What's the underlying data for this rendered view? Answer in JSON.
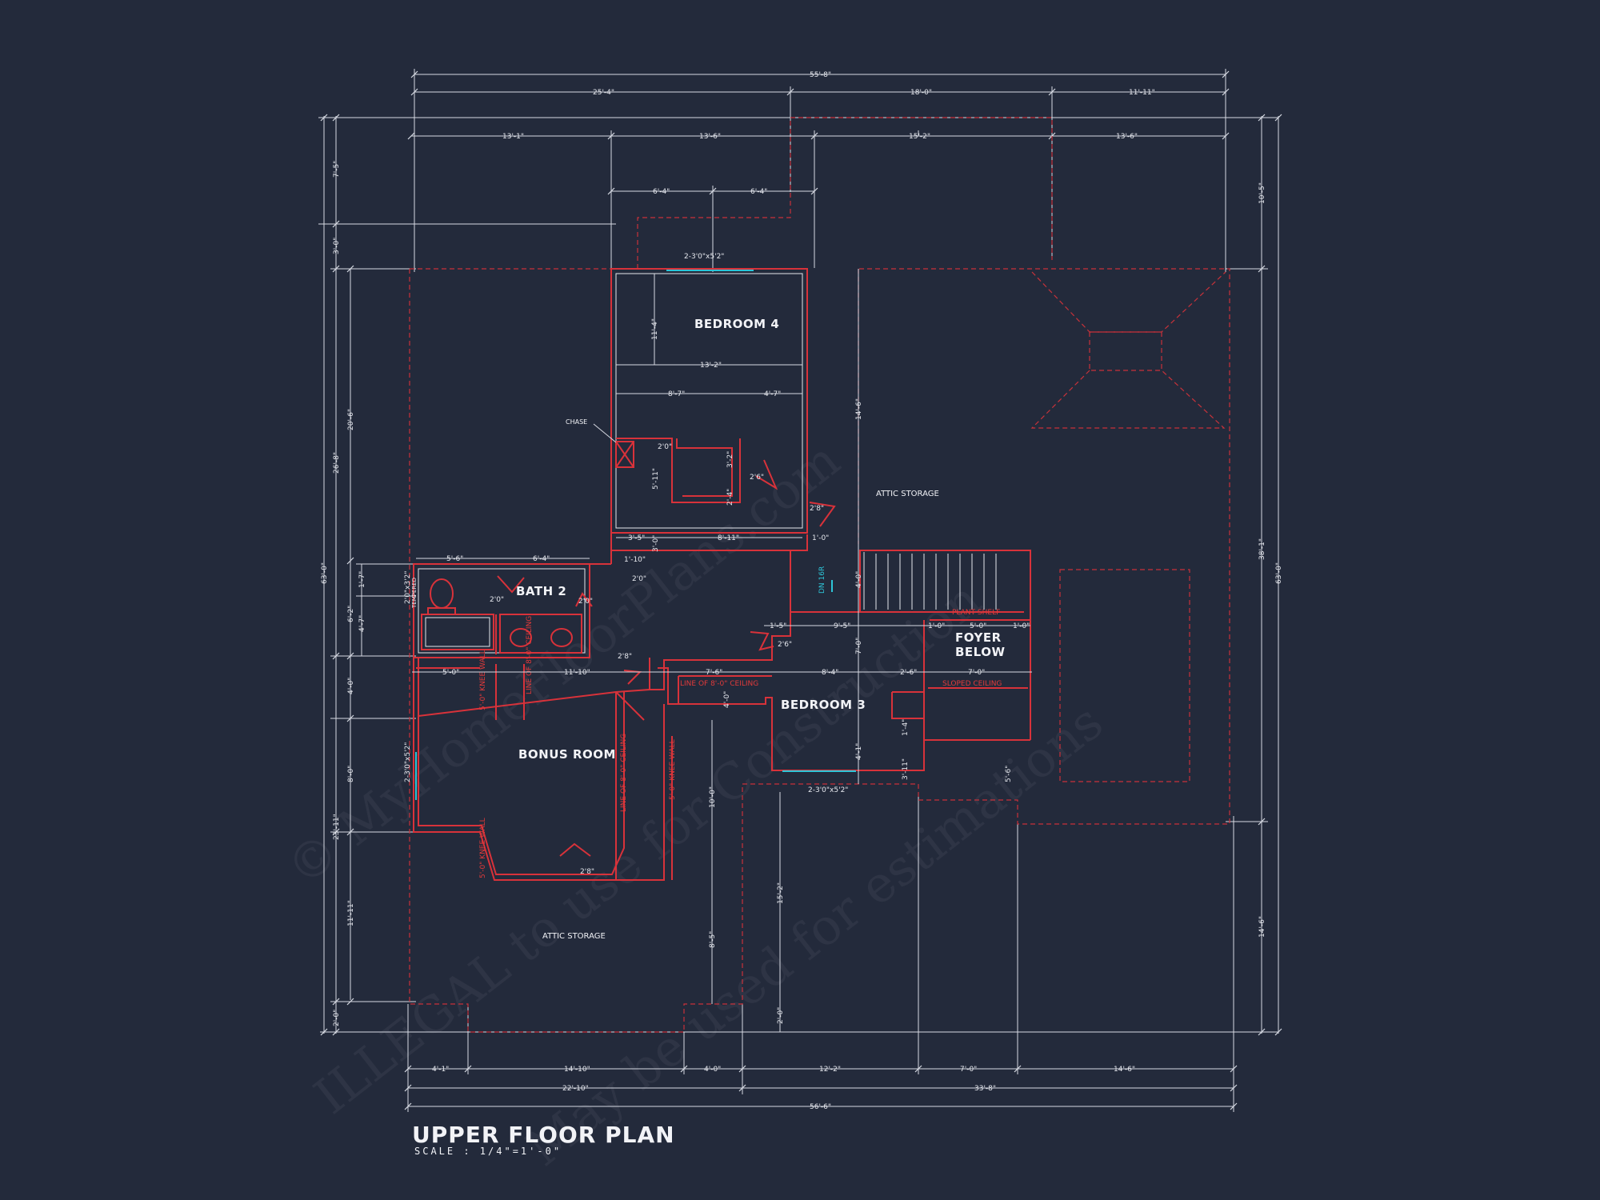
{
  "plan_title": "UPPER FLOOR PLAN",
  "scale": "SCALE : 1/4\"=1'-0\"",
  "rooms": {
    "bedroom4": "BEDROOM 4",
    "bath2": "BATH 2",
    "bonus": "BONUS ROOM",
    "bedroom3": "BEDROOM 3",
    "foyer_line1": "FOYER",
    "foyer_line2": "BELOW",
    "attic_right": "ATTIC STORAGE",
    "attic_bottom": "ATTIC STORAGE"
  },
  "labels": {
    "chase": "CHASE",
    "plant_shelf": "PLANT SHELF",
    "sloped_ceiling": "SLOPED CEILING",
    "line_ceiling_a": "LINE OF 8'-0\" CEILING",
    "line_ceiling_b": "LINE OF 8'-0\" CEILING",
    "line_ceiling_c": "LINE OF 8'-0\" CEILING",
    "knee_wall_a": "5'-0\" KNEE WALL",
    "knee_wall_b": "5'-0\" KNEE WALL",
    "knee_wall_c": "5'-0\" KNEE WALL",
    "stair": "DN 16R",
    "tempered": "TEMPERED",
    "win_top": "2-3'0\"x5'2\"",
    "win_bath": "2'0\"x3'2\"",
    "win_bonus": "2-3'0\"x5'2\"",
    "win_bed3": "2-3'0\"x5'2\""
  },
  "dims": {
    "top_overall": "55'-8\"",
    "top_a": "25'-4\"",
    "top_b": "18'-0\"",
    "top_c": "11'-11\"",
    "top_d": "13'-1\"",
    "top_e": "13'-6\"",
    "top_f": "15'-2\"",
    "top_g": "13'-6\"",
    "top_h": "6'-4\"",
    "top_i": "6'-4\"",
    "bot_a": "4'-1\"",
    "bot_b": "14'-10\"",
    "bot_c": "4'-0\"",
    "bot_d": "12'-2\"",
    "bot_e": "7'-0\"",
    "bot_f": "14'-6\"",
    "bot_g": "22'-10\"",
    "bot_h": "33'-8\"",
    "bot_overall": "56'-6\"",
    "left_overall": "63'-0\"",
    "left_a": "7'-5\"",
    "left_b": "3'-0\"",
    "left_c": "26'-8\"",
    "left_d": "23'-11\"",
    "left_e": "2'-0\"",
    "left_f": "20'-6\"",
    "left_g": "6'-2\"",
    "left_h": "4'-7\"",
    "left_i": "4'-0\"",
    "left_j": "8'-0\"",
    "left_k": "11'-11\"",
    "left_l": "1'-7\"",
    "right_overall": "63'-0\"",
    "right_a": "10'-5\"",
    "right_b": "38'-1\"",
    "right_c": "14'-6\"",
    "bed4_w": "13'-2\"",
    "bed4_h": "11'-4\"",
    "bed4_a": "8'-7\"",
    "bed4_b": "4'-7\"",
    "closet_a": "2'0\"",
    "closet_b": "3'-2\"",
    "closet_c": "2'-4\"",
    "closet_d": "5'-11\"",
    "closet_e": "2'6\"",
    "closet_f": "2'8\"",
    "hall_a": "3'-5\"",
    "hall_b": "8'-11\"",
    "hall_c": "1'-0\"",
    "hall_d": "1'-10\"",
    "hall_e": "3'-0\"",
    "hall_f": "2'0\"",
    "bath_a": "5'-6\"",
    "bath_b": "6'-4\"",
    "bath_c": "2'0\"",
    "bath_d": "2'0\"",
    "mid_a": "5'-0\"",
    "mid_b": "11'-10\"",
    "mid_c": "2'8\"",
    "mid_d": "7'-6\"",
    "mid_e": "8'-4\"",
    "mid_f": "2'-6\"",
    "mid_g": "7'-0\"",
    "stair_a": "1'-5\"",
    "stair_b": "9'-5\"",
    "stair_c": "5'-0\"",
    "stair_d": "1'-0\"",
    "stair_e": "1'-0\"",
    "stair_f": "2'6\"",
    "v_14_6": "14'-6\"",
    "v_4_0": "4'-0\"",
    "v_7_0": "7'-0\"",
    "v_4_1": "4'-1\"",
    "v_3_11": "3'-11\"",
    "v_1_4": "1'-4\"",
    "v_5_6": "5'-6\"",
    "v_10_0": "10'-0\"",
    "v_15_2": "15'-2\"",
    "v_8_5": "8'-5\"",
    "v_2_0": "2'-0\"",
    "v_4_0b": "4'-0\"",
    "bonus_door": "2'8\""
  },
  "watermark": {
    "line1": "© MyHomeFloorPlans.com",
    "line2": "ILLEGAL to use for Construction",
    "line3": "May be used for estimations"
  }
}
